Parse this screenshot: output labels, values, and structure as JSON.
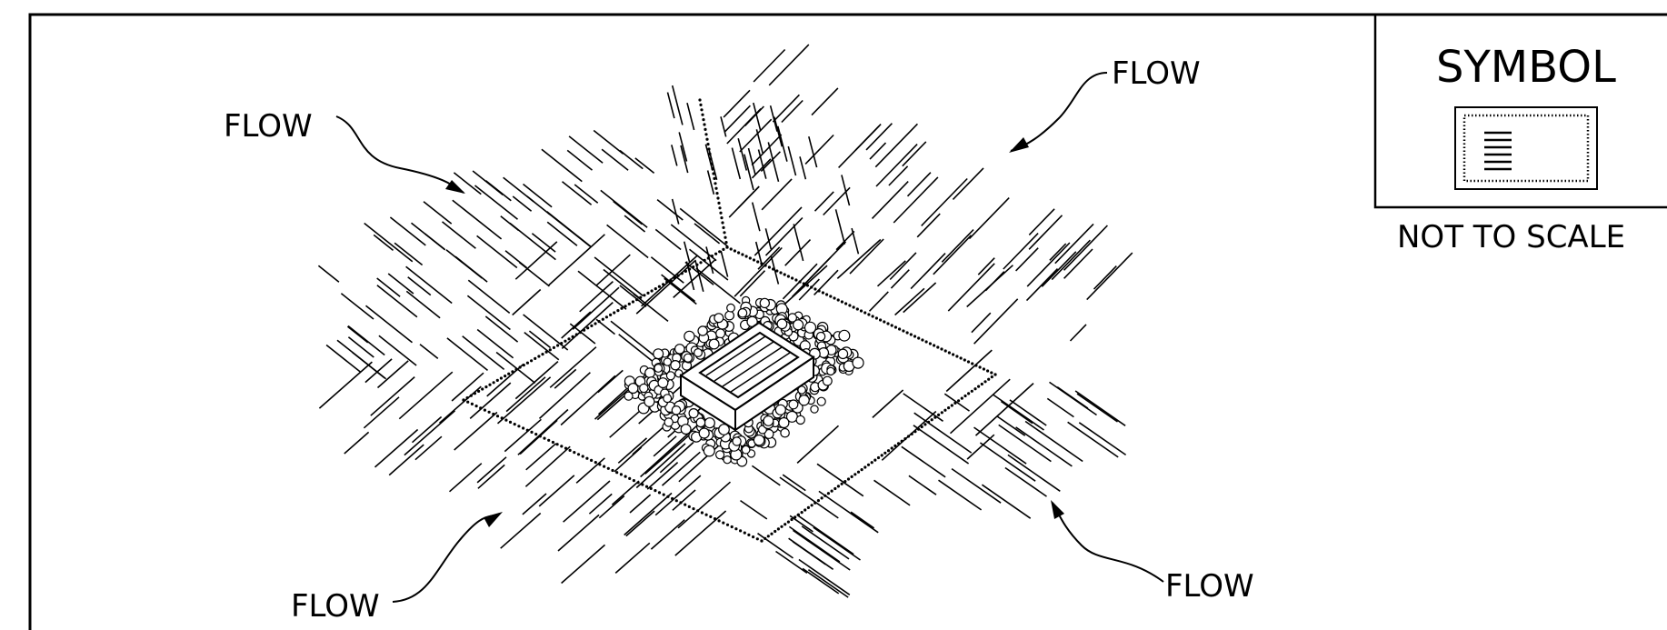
{
  "labels": {
    "flow_top_left": "FLOW",
    "flow_top_right": "FLOW",
    "flow_bottom_left": "FLOW",
    "flow_bottom_right": "FLOW"
  },
  "symbol_box": {
    "title": "SYMBOL",
    "note": "NOT TO SCALE"
  },
  "colors": {
    "ink": "#000000",
    "paper": "#ffffff"
  },
  "icons": [
    "arrow-icon",
    "inlet-grate-icon",
    "inlet-protection-symbol-icon"
  ]
}
